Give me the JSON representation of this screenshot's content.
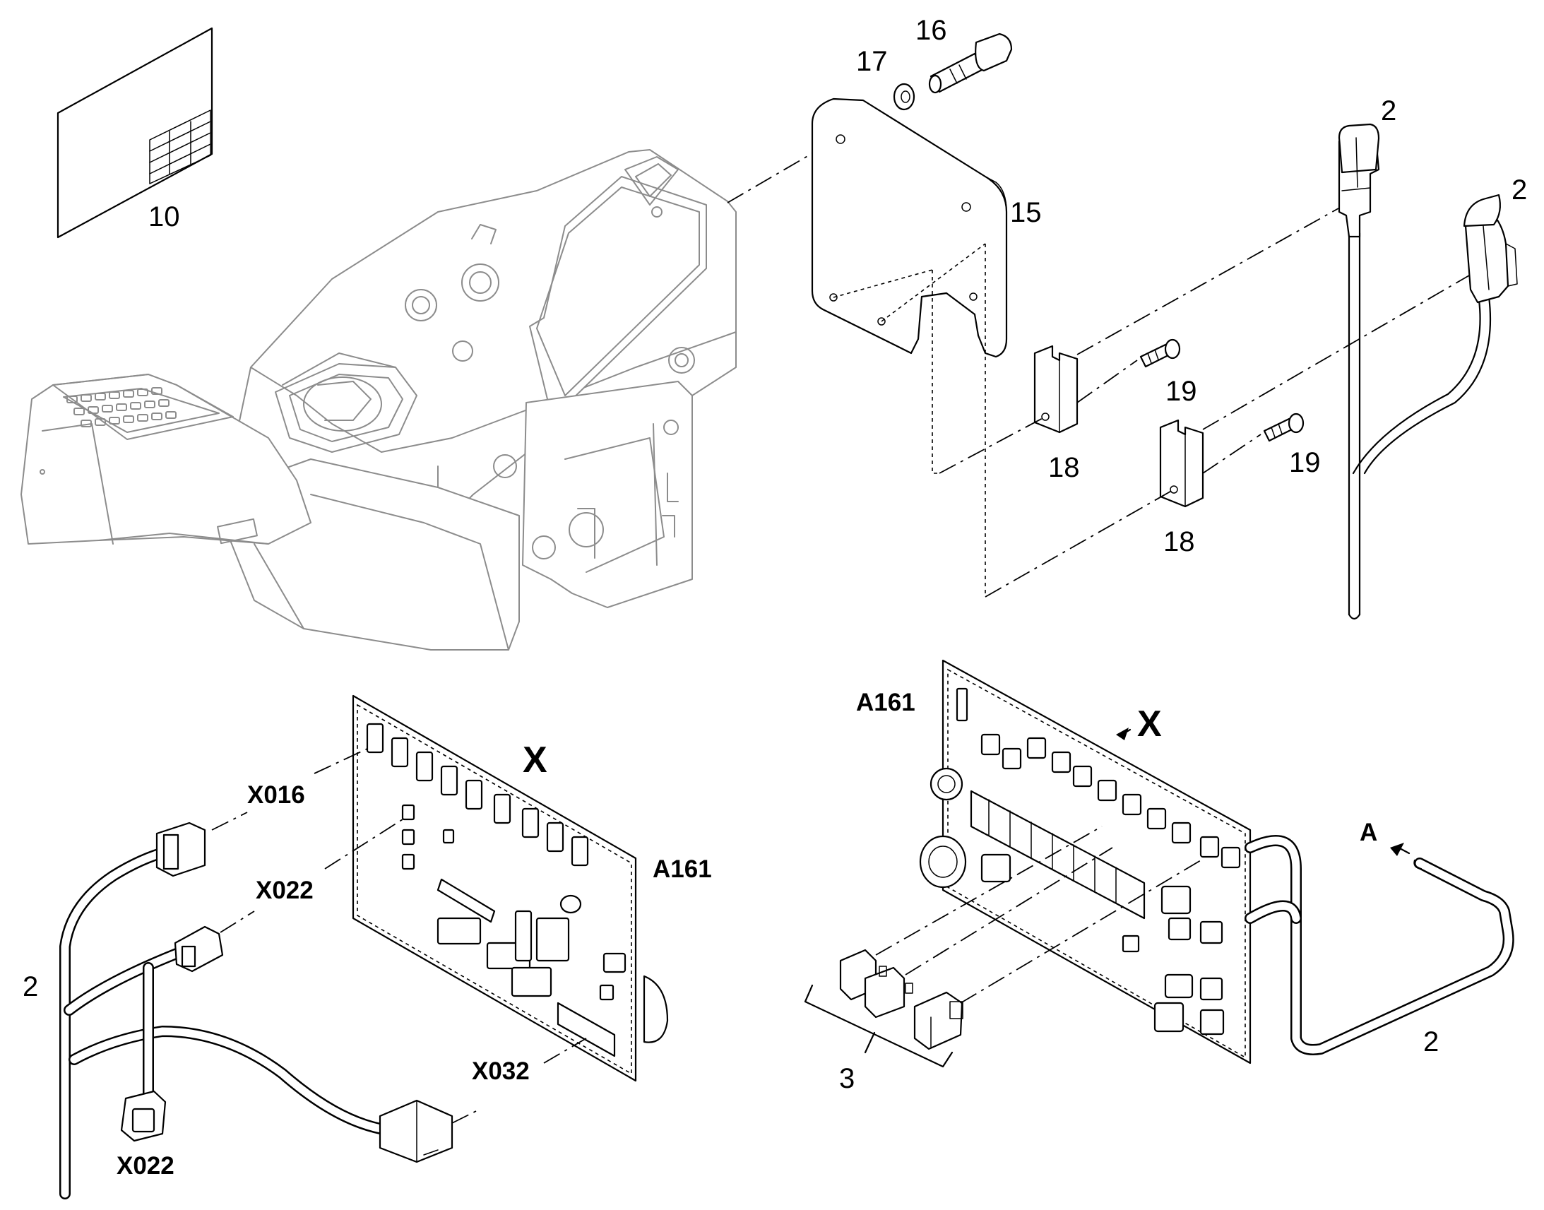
{
  "diagram": {
    "labels": {
      "sheet": "10",
      "screw_16": "16",
      "washer_17": "17",
      "plate_15": "15",
      "connector_2_a": "2",
      "connector_2_b": "2",
      "bracket_18_a": "18",
      "bracket_18_b": "18",
      "screw_19_a": "19",
      "screw_19_b": "19",
      "board_a161_left": "A161",
      "board_a161_right": "A161",
      "view_x_left": "X",
      "view_x_right": "X",
      "x016": "X016",
      "x022_top": "X022",
      "x022_bottom": "X022",
      "x032": "X032",
      "harness_2_left": "2",
      "harness_2_right": "2",
      "relay_set_3": "3",
      "view_a": "A"
    }
  }
}
